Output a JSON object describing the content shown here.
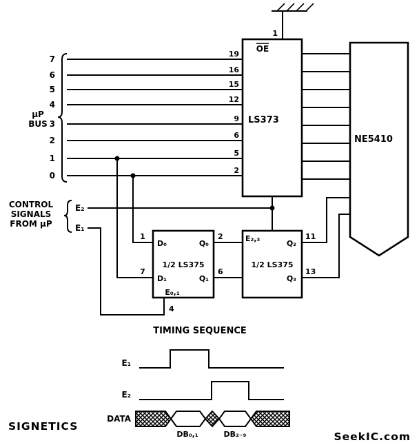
{
  "diagram": {
    "ls373": {
      "name": "LS373",
      "oe": "OE",
      "oe_pin": "1"
    },
    "ne5410": {
      "name": "NE5410"
    },
    "bus": {
      "label_top": "µP",
      "label_bottom": "BUS",
      "lines": [
        {
          "bit": "7",
          "pin": "19"
        },
        {
          "bit": "6",
          "pin": "16"
        },
        {
          "bit": "5",
          "pin": "15"
        },
        {
          "bit": "4",
          "pin": "12"
        },
        {
          "bit": "3",
          "pin": "9"
        },
        {
          "bit": "2",
          "pin": "6"
        },
        {
          "bit": "1",
          "pin": "5"
        },
        {
          "bit": "0",
          "pin": "2"
        }
      ]
    },
    "control": {
      "label_line1": "CONTROL",
      "label_line2": "SIGNALS",
      "label_line3": "FROM µP",
      "e2": "E₂",
      "e1": "E₁"
    },
    "latch_left": {
      "name": "1/2 LS375",
      "d0": "D₀",
      "q0": "Q₀",
      "d1": "D₁",
      "q1": "Q₁",
      "e": "E₀,₁",
      "pin_d0": "1",
      "pin_q0": "2",
      "pin_d1": "7",
      "pin_q1": "6",
      "pin_e": "4"
    },
    "latch_right": {
      "name": "1/2 LS375",
      "e": "E₂,₃",
      "q2": "Q₂",
      "q3": "Q₃",
      "pin_q2": "11",
      "pin_q3": "13"
    }
  },
  "timing": {
    "title": "TIMING SEQUENCE",
    "e1": "E₁",
    "e2": "E₂",
    "data_label": "DATA",
    "db01": "DB₀,₁",
    "db29": "DB₂₋₉"
  },
  "footer": {
    "brand": "SIGNETICS",
    "watermark": "SeekIC.com",
    "watermark_color": "#9b9b9b"
  }
}
